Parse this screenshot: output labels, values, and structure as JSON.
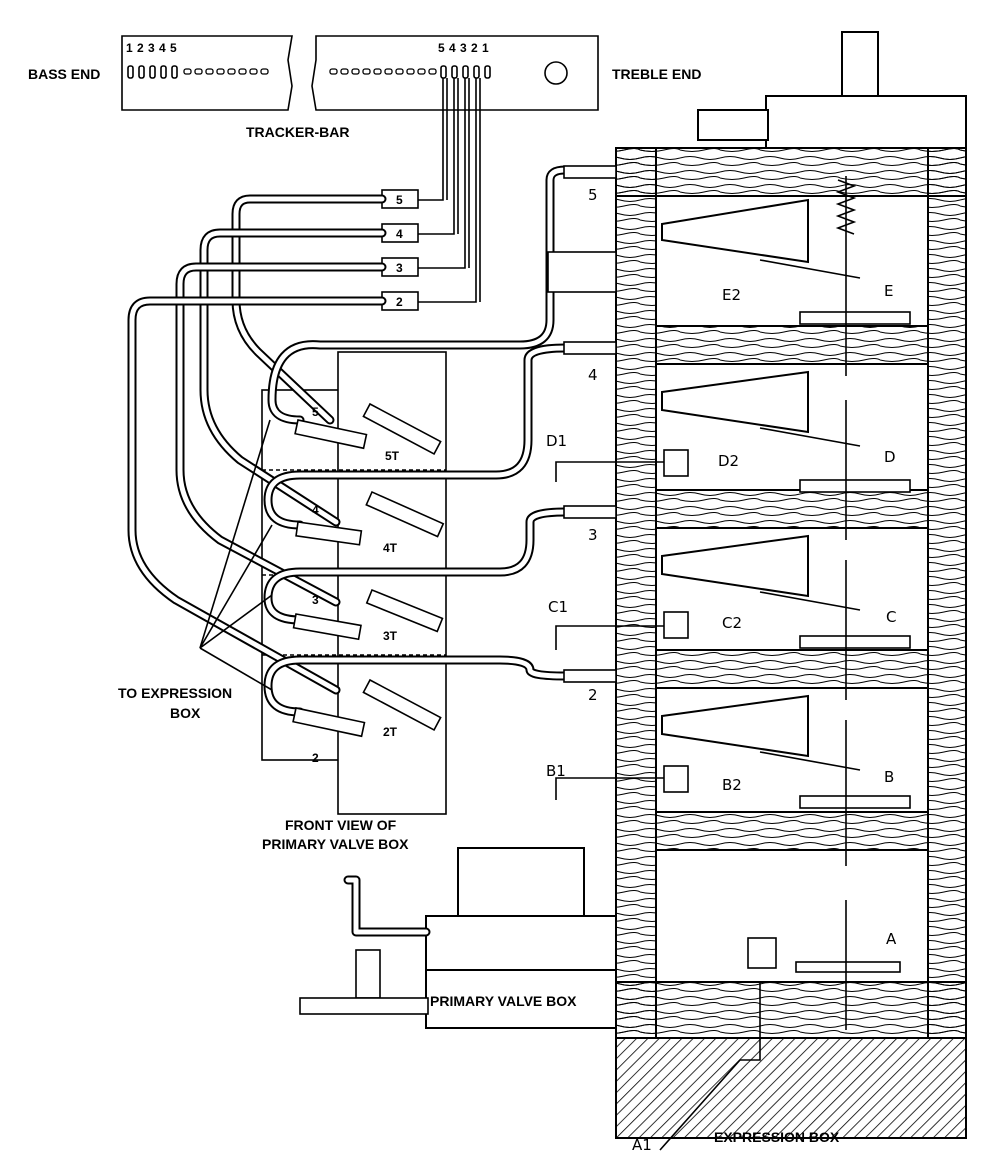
{
  "labels": {
    "bass_end": "BASS END",
    "treble_end": "TREBLE END",
    "tracker_bar": "TRACKER-BAR",
    "to_expression_box_1": "TO EXPRESSION",
    "to_expression_box_2": "BOX",
    "front_view_1": "FRONT VIEW OF",
    "front_view_2": "PRIMARY VALVE BOX",
    "primary_valve_box": "PRIMARY VALVE BOX",
    "expression_box": "EXPRESSION BOX"
  },
  "bass_holes": [
    "1",
    "2",
    "3",
    "4",
    "5"
  ],
  "treble_holes": [
    "5",
    "4",
    "3",
    "2",
    "1"
  ],
  "tube_tags": [
    "5",
    "4",
    "3",
    "2"
  ],
  "valve_ports": [
    "5",
    "4",
    "3",
    "2"
  ],
  "valve_ports_t": [
    "5T",
    "4T",
    "3T",
    "2T"
  ],
  "side_ports": [
    "5",
    "4",
    "3",
    "2"
  ],
  "levers": [
    "E2",
    "D2",
    "C2",
    "B2"
  ],
  "valves": [
    "E",
    "D",
    "C",
    "B",
    "A"
  ],
  "stems": [
    "D1",
    "C1",
    "B1",
    "A1"
  ]
}
